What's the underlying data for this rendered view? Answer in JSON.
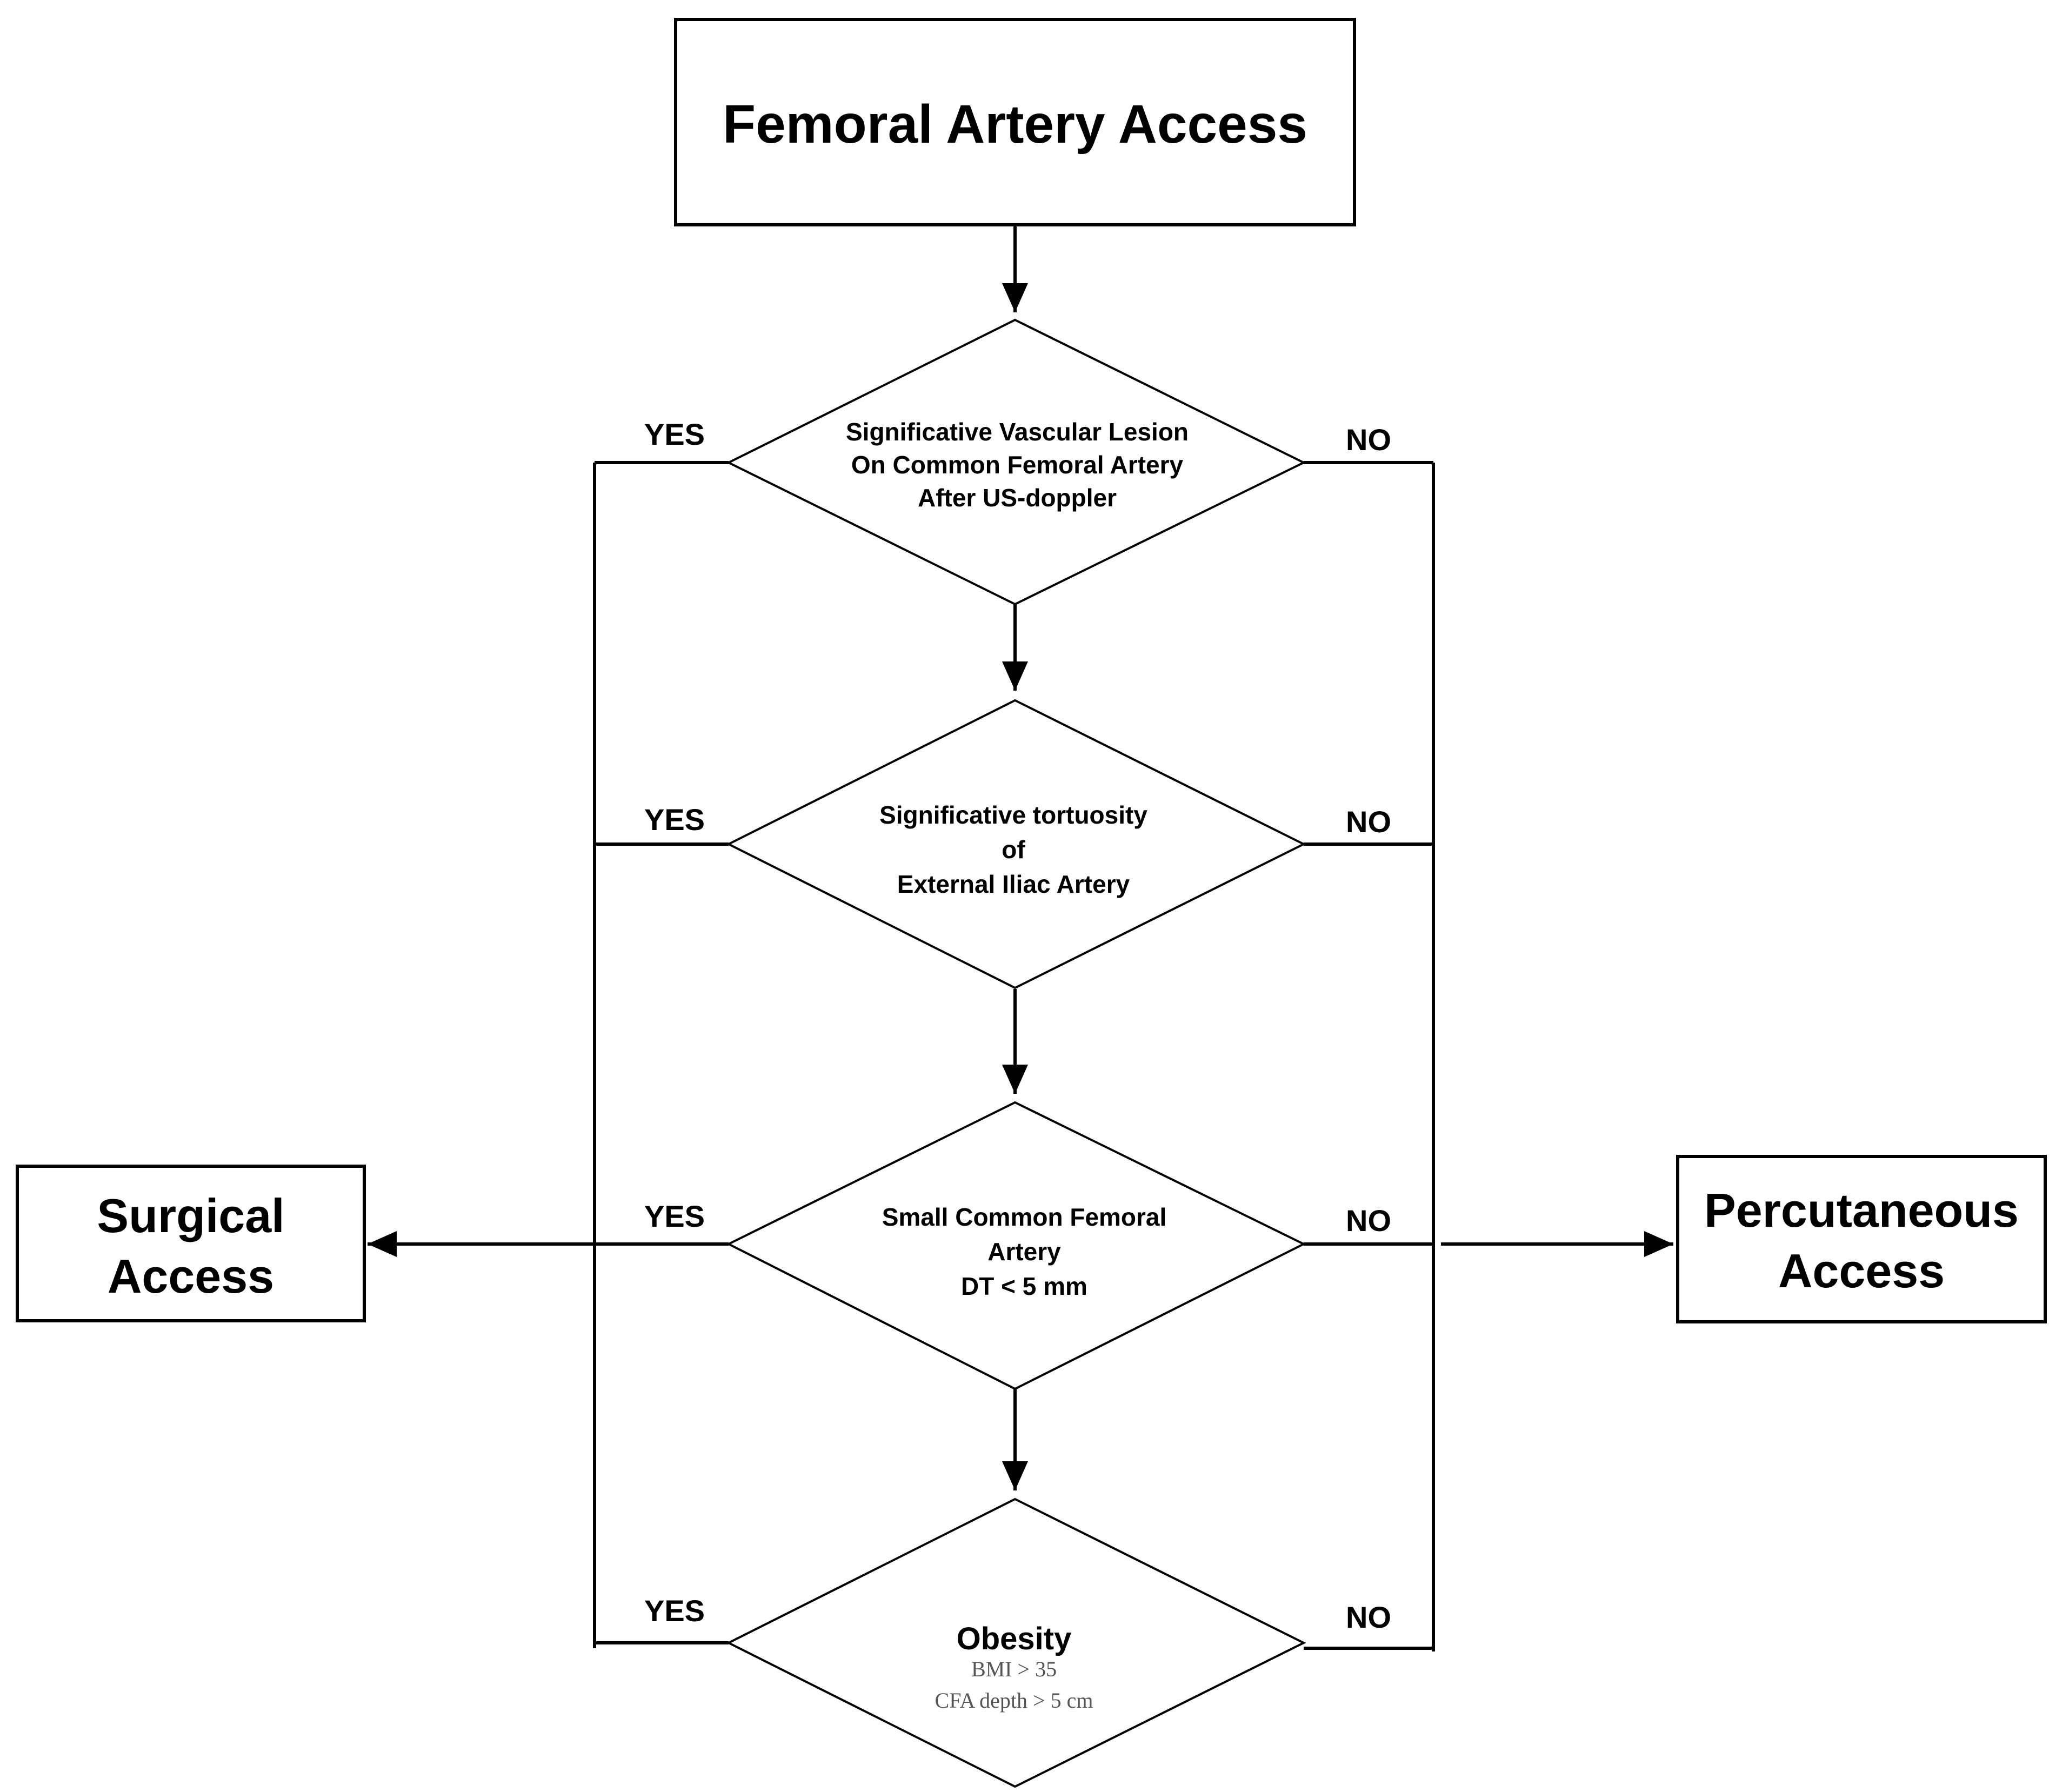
{
  "start": {
    "label": "Femoral Artery Access"
  },
  "decisions": [
    {
      "lines": [
        "Significative Vascular Lesion",
        "On Common Femoral Artery",
        "After US-doppler"
      ]
    },
    {
      "lines": [
        "Significative tortuosity",
        "of",
        "External Iliac Artery"
      ]
    },
    {
      "lines": [
        "Small Common Femoral",
        "Artery",
        "DT < 5 mm"
      ]
    },
    {
      "title": "Obesity",
      "lines": [
        "BMI > 35",
        "CFA depth > 5 cm"
      ]
    }
  ],
  "branches": {
    "yes": "YES",
    "no": "NO"
  },
  "outcomes": {
    "surgical": {
      "lines": [
        "Surgical",
        "Access"
      ]
    },
    "percutaneous": {
      "lines": [
        "Percutaneous",
        "Access"
      ]
    }
  }
}
